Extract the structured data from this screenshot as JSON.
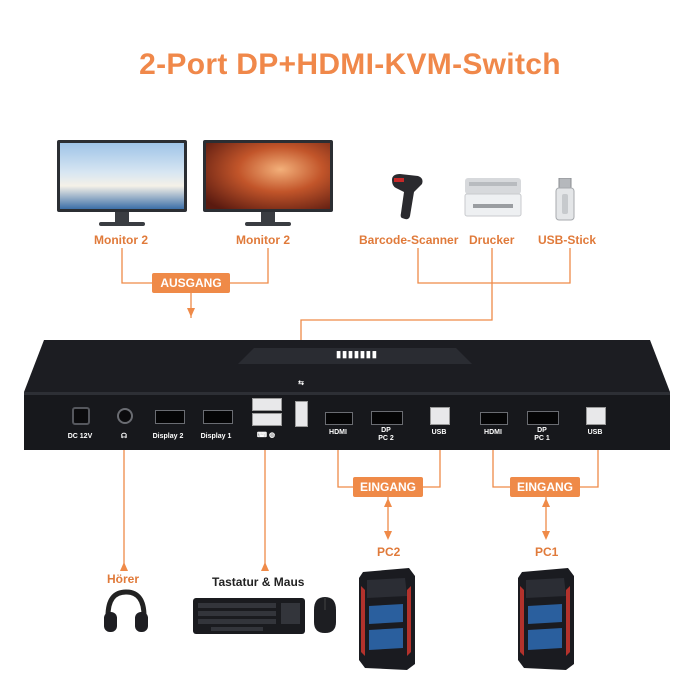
{
  "title": "2-Port DP+HDMI-KVM-Switch",
  "labels": {
    "monitor_1": "Monitor 2",
    "monitor_2": "Monitor 2",
    "barcode_scanner": "Barcode-Scanner",
    "printer": "Drucker",
    "usb_stick": "USB-Stick",
    "headphones": "Hörer",
    "keyboard_mouse": "Tastatur & Maus",
    "pc2": "PC2",
    "pc1": "PC1"
  },
  "tags": {
    "output": "AUSGANG",
    "input_pc2": "EINGANG",
    "input_pc1": "EINGANG"
  },
  "ports": {
    "dc": "DC 12V",
    "display2": "Display 2",
    "display1": "Display 1",
    "pc2_hdmi": "HDMI",
    "pc2_dp": "DP",
    "pc2_name": "PC 2",
    "pc2_usb": "USB",
    "pc1_hdmi": "HDMI",
    "pc1_dp": "DP",
    "pc1_name": "PC 1",
    "pc1_usb": "USB"
  },
  "colors": {
    "accent": "#ef8a48",
    "device": "#1c1d22"
  }
}
